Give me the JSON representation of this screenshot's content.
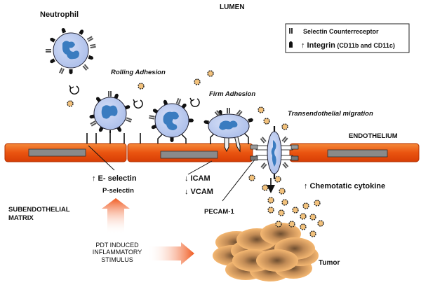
{
  "title": "PDT induced neutrophil migration",
  "labels": {
    "neutrophil": "Neutrophil",
    "lumen": "LUMEN",
    "rolling_adhesion": "Rolling Adhesion",
    "firm_adhesion": "Firm Adhesion",
    "transendothelial_migration": "Transendothelial migration",
    "endothelium": "ENDOTHELIUM",
    "e_selectin": "↑ E- selectin",
    "p_selectin": "P-selectin",
    "icam": "↓ ICAM",
    "vcam": "↓ VCAM",
    "pecam": "PECAM-1",
    "chemotatic_cytokine": "↑ Chemotatic cytokine",
    "subendothelial_line1": "SUBENDOTHELIAL",
    "subendothelial_line2": "MATRIX",
    "stimulus_line1": "PDT INDUCED",
    "stimulus_line2": "INFLAMMATORY",
    "stimulus_line3": "STIMULUS",
    "tumor": "Tumor"
  },
  "legend": {
    "items": [
      {
        "icon": "selectin-counterreceptor-icon",
        "label": "Selectin Counterreceptor"
      },
      {
        "icon": "integrin-icon",
        "label_bold": "↑ Integrin",
        "label_extra": " (CD11b and CD11c)"
      }
    ]
  },
  "colors": {
    "endothelium": "#e8480c",
    "endothelium_light": "#f47a2a",
    "nucleus_bar": "#8a8a8a",
    "cell": "#b8c8ee",
    "nucleus": "#3a7cc0",
    "cytokine": "#f2c27a",
    "tumor": "#f2b36e",
    "tumor_dark": "#7a5a3a",
    "arrow": "#f26a2a"
  }
}
